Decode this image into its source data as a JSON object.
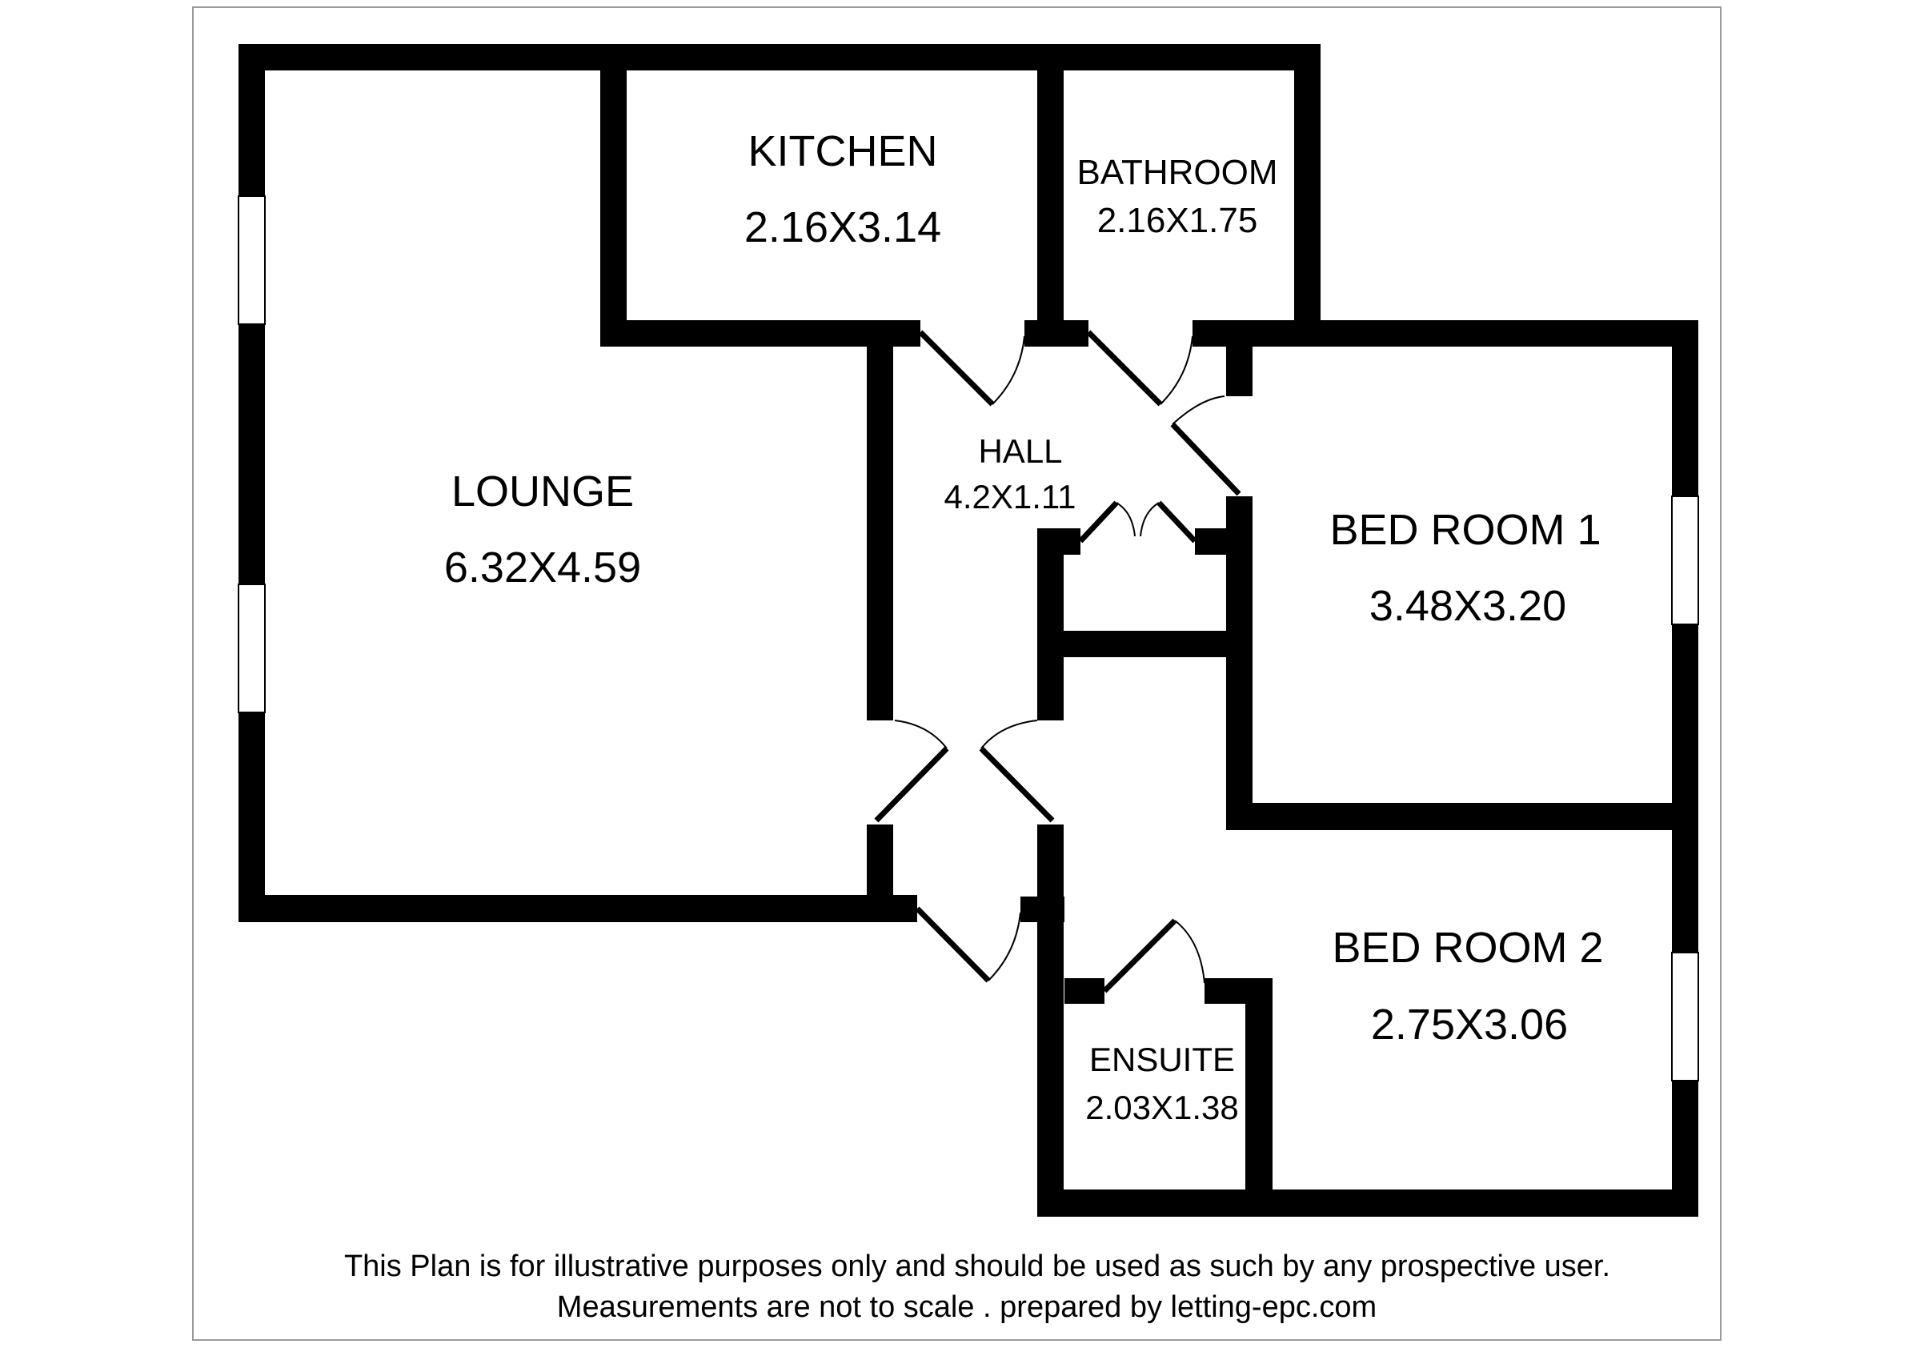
{
  "plan": {
    "colors": {
      "wall": "#000000",
      "background": "#ffffff",
      "border": "#999999"
    },
    "rooms": {
      "lounge": {
        "name": "LOUNGE",
        "size": "6.32X4.59"
      },
      "kitchen": {
        "name": "KITCHEN",
        "size": "2.16X3.14"
      },
      "bathroom": {
        "name": "BATHROOM",
        "size": "2.16X1.75"
      },
      "hall": {
        "name": "HALL",
        "size": "4.2X1.11"
      },
      "bedroom1": {
        "name": "BED ROOM 1",
        "size": "3.48X3.20"
      },
      "bedroom2": {
        "name": "BED ROOM 2",
        "size": "2.75X3.06"
      },
      "ensuite": {
        "name": "ENSUITE",
        "size": "2.03X1.38"
      }
    }
  },
  "footer": {
    "line1": "This Plan is for illustrative purposes only and should be used as such by any prospective user.",
    "line2": "Measurements are not to scale . prepared by  letting-epc.com"
  }
}
